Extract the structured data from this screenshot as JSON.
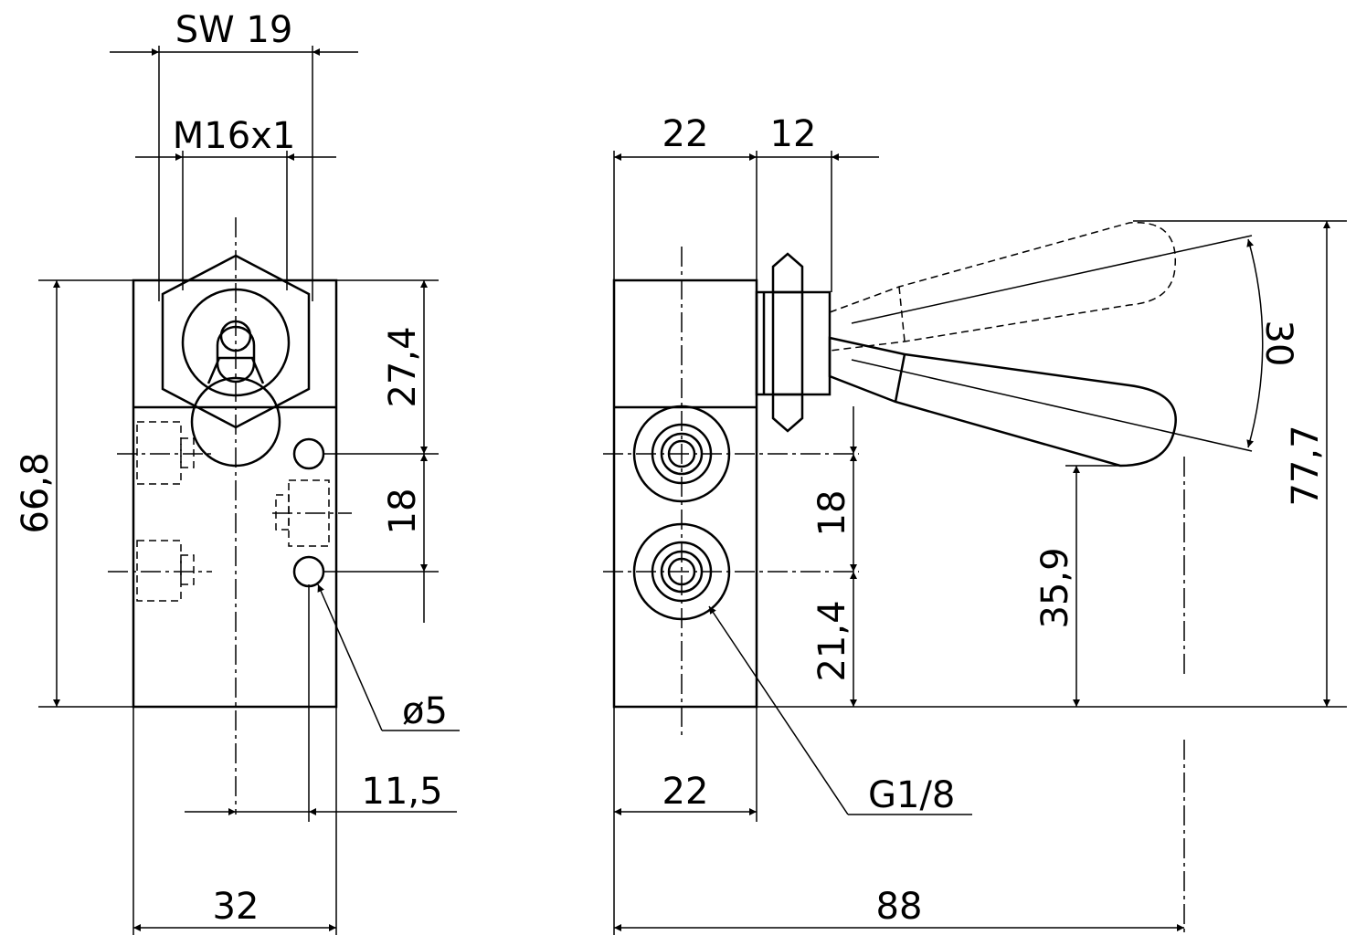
{
  "labels": {
    "sw": "SW 19",
    "thread": "M16x1",
    "height_front": "66,8",
    "dim_27_4": "27,4",
    "dim_18_front": "18",
    "hole_dia": "ø5",
    "dim_11_5": "11,5",
    "width_front": "32",
    "side_22_top": "22",
    "side_12": "12",
    "angle": "30",
    "height_total": "77,7",
    "dim_18_side": "18",
    "dim_21_4": "21,4",
    "dim_35_9": "35,9",
    "port": "G1/8",
    "side_22_bottom": "22",
    "length_total": "88"
  }
}
